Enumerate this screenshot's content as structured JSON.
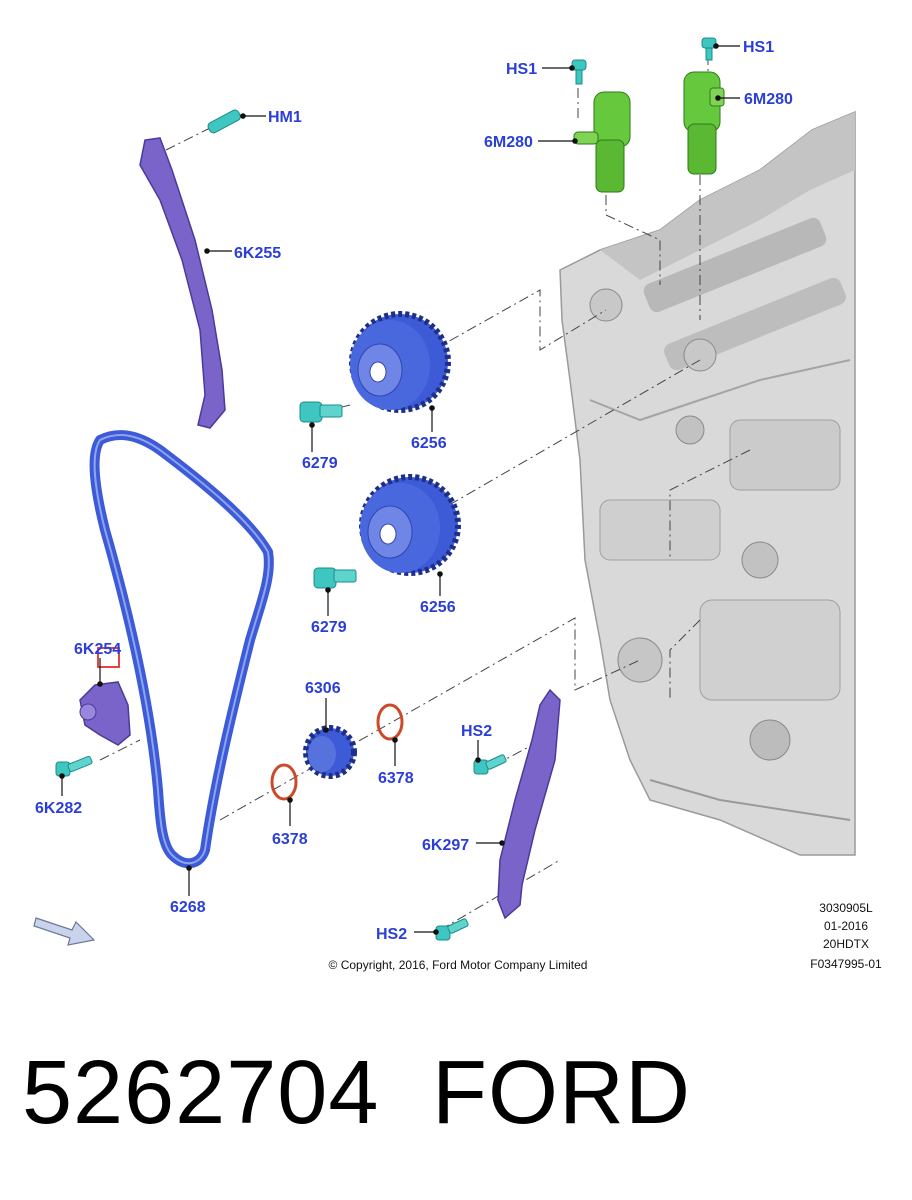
{
  "callouts": {
    "hm1": "HM1",
    "k255": "6K255",
    "hs1_left": "HS1",
    "hs1_right": "HS1",
    "m280_left": "6M280",
    "m280_right": "6M280",
    "c6256_top": "6256",
    "c6279_top": "6279",
    "c6256_bottom": "6256",
    "c6279_bottom": "6279",
    "k254": "6K254",
    "k282": "6K282",
    "c6306": "6306",
    "c6378_right": "6378",
    "c6378_left": "6378",
    "c6268": "6268",
    "hs2_top": "HS2",
    "hs2_bottom": "HS2",
    "k297": "6K297"
  },
  "meta": {
    "code": "3030905L",
    "date": "01-2016",
    "engine": "20HDTX",
    "figure": "F0347995-01",
    "copyright": "© Copyright, 2016, Ford Motor Company Limited"
  },
  "footer": {
    "part_number": "5262704",
    "brand": "FORD"
  },
  "colors": {
    "callout_text": "#2b3fd6",
    "chain": "#3d5bd6",
    "guide": "#7a63c9",
    "solenoid": "#66c83c",
    "bolt": "#3fc6c0",
    "seal": "#cc4a2a",
    "engine": "#d9d9d9"
  }
}
